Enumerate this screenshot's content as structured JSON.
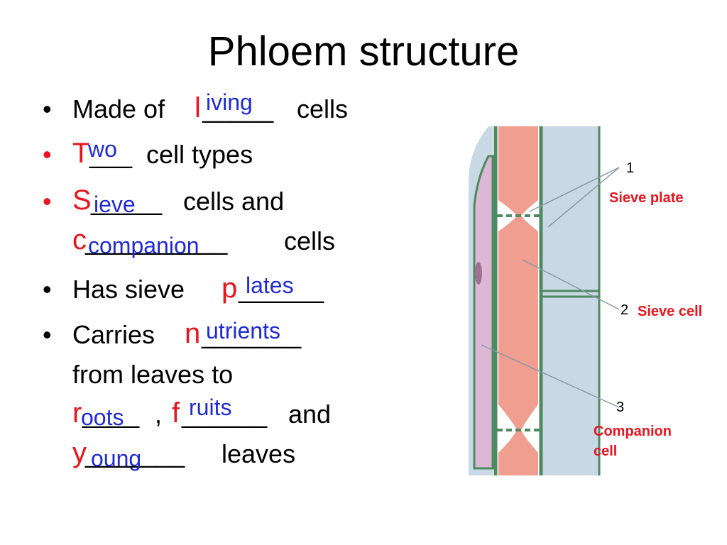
{
  "title": "Phloem structure",
  "bullets": [
    {
      "id": "b1",
      "bullet_color": "#000000",
      "parts": [
        "Made of ",
        "l",
        "_____",
        " cells"
      ],
      "answer": "iving"
    },
    {
      "id": "b2",
      "bullet_color": "#e8141e",
      "parts": [
        "",
        "T",
        "___",
        " cell types"
      ],
      "answer": "wo"
    },
    {
      "id": "b3",
      "bullet_color": "#e8141e",
      "line1": [
        "S",
        "_____",
        " cells and"
      ],
      "line1_answer": "ieve",
      "line2": [
        "c",
        "__________",
        " cells"
      ],
      "line2_answer": "companion"
    },
    {
      "id": "b4",
      "bullet_color": "#000000",
      "parts": [
        "Has sieve ",
        "p",
        "______"
      ],
      "answer": "lates"
    },
    {
      "id": "b5",
      "bullet_color": "#000000",
      "line1": [
        "Carries ",
        "n",
        "_______"
      ],
      "line1_answer": "utrients",
      "line2": "from leaves to",
      "line3": [
        "r",
        "____",
        ", ",
        "f",
        "______",
        " and"
      ],
      "line3_answers": [
        "oots",
        "ruits"
      ],
      "line4": [
        "y",
        "_______",
        " leaves"
      ],
      "line4_answer": "oung"
    }
  ],
  "diagram": {
    "labels": [
      {
        "number": "1",
        "text": "Sieve plate"
      },
      {
        "number": "2",
        "text": "Sieve cell"
      },
      {
        "number": "3",
        "text": "Companion\ncell"
      }
    ],
    "colors": {
      "sieve_tube": "#ef9e8f",
      "companion_cell": "#dcb8d4",
      "cell_wall": "#4d8a60",
      "background_cell": "#c8d8e4",
      "label_red": "#e8141e",
      "answer_blue": "#1f2ad6"
    }
  }
}
